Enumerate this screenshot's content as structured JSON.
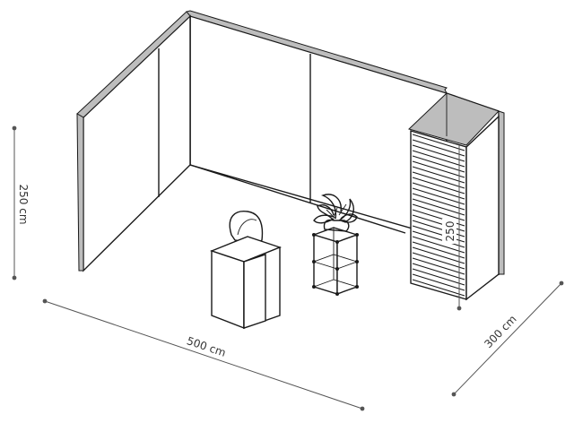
{
  "dimensions": {
    "width_label": "500 cm",
    "depth_label": "300 cm",
    "height_label": "250 cm",
    "cabin_height_label": "250"
  },
  "colors": {
    "line": "#1a1a1a",
    "dimension": "#555555",
    "panel_edge": "#bdbdbd",
    "background": "#ffffff"
  }
}
